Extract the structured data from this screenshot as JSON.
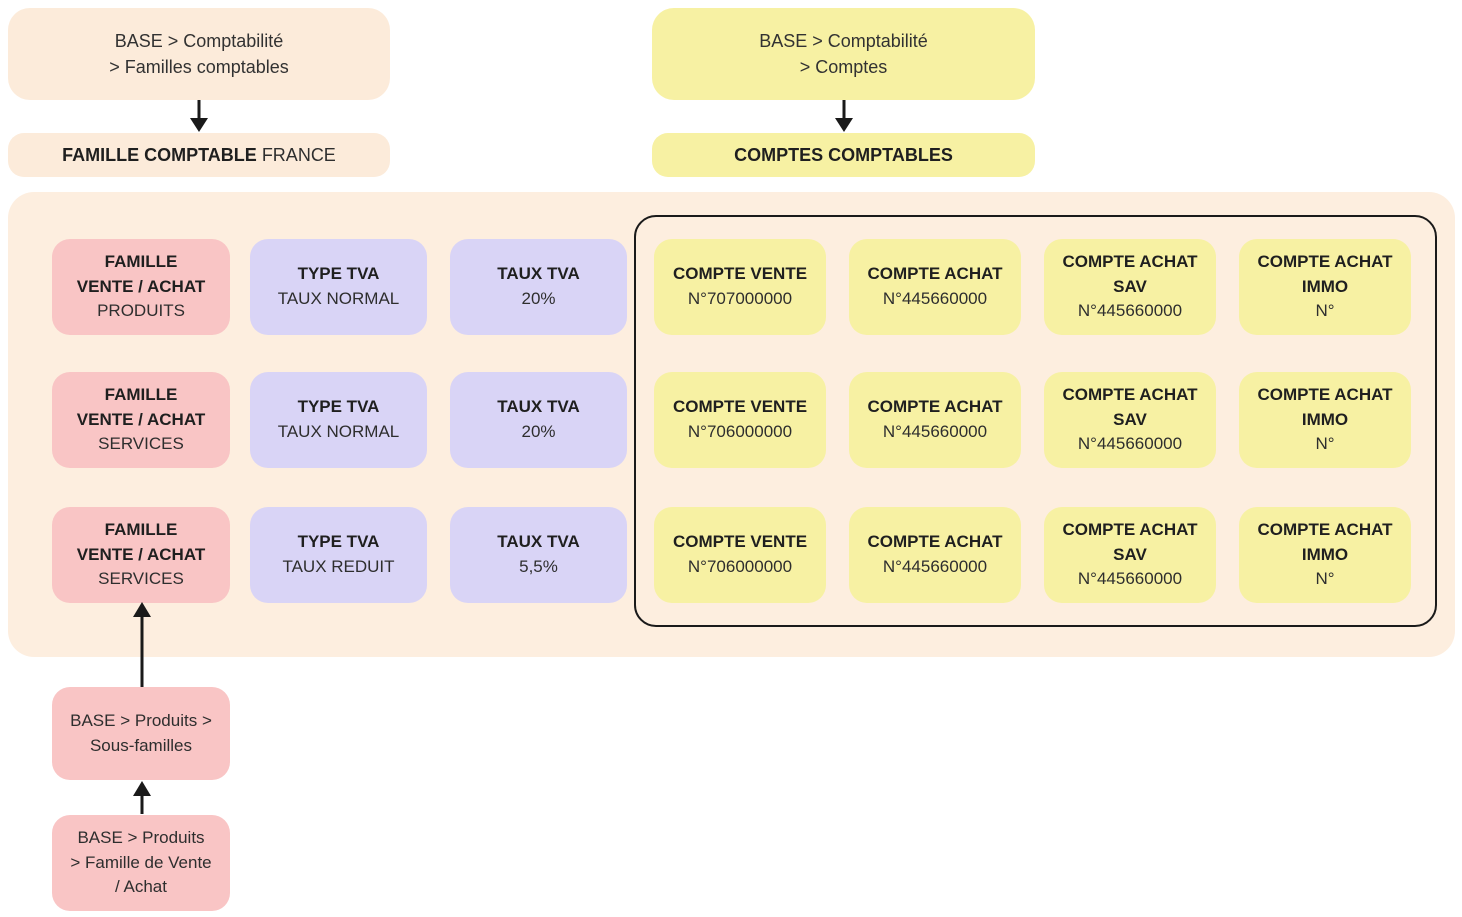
{
  "colors": {
    "peach": "#fcebda",
    "peach_container": "#fdeedf",
    "yellow": "#f7f1a3",
    "pink": "#f9c5c5",
    "purple": "#d9d4f6",
    "frame_outline": "#1a1a1a",
    "text": "#2e2e2e"
  },
  "nav_famille": {
    "breadcrumb": "BASE > Comptabilité\n> Familles comptables",
    "result_bold": "FAMILLE COMPTABLE",
    "result_rest": " FRANCE"
  },
  "nav_comptes": {
    "breadcrumb": "BASE > Comptabilité\n> Comptes",
    "result": "COMPTES COMPTABLES"
  },
  "rows": [
    {
      "famille_title": "FAMILLE\nVENTE / ACHAT",
      "famille_subtitle": "PRODUITS",
      "type_tva_title": "TYPE TVA",
      "type_tva_value": "TAUX NORMAL",
      "taux_tva_title": "TAUX TVA",
      "taux_tva_value": "20%",
      "comptes": [
        {
          "title": "COMPTE VENTE",
          "number": "N°707000000"
        },
        {
          "title": "COMPTE ACHAT",
          "number": "N°445660000"
        },
        {
          "title": "COMPTE ACHAT\nSAV",
          "number": "N°445660000"
        },
        {
          "title": "COMPTE ACHAT\nIMMO",
          "number": "N°"
        }
      ]
    },
    {
      "famille_title": "FAMILLE\nVENTE / ACHAT",
      "famille_subtitle": "SERVICES",
      "type_tva_title": "TYPE TVA",
      "type_tva_value": "TAUX NORMAL",
      "taux_tva_title": "TAUX TVA",
      "taux_tva_value": "20%",
      "comptes": [
        {
          "title": "COMPTE VENTE",
          "number": "N°706000000"
        },
        {
          "title": "COMPTE ACHAT",
          "number": "N°445660000"
        },
        {
          "title": "COMPTE ACHAT\nSAV",
          "number": "N°445660000"
        },
        {
          "title": "COMPTE ACHAT\nIMMO",
          "number": "N°"
        }
      ]
    },
    {
      "famille_title": "FAMILLE\nVENTE / ACHAT",
      "famille_subtitle": "SERVICES",
      "type_tva_title": "TYPE TVA",
      "type_tva_value": "TAUX REDUIT",
      "taux_tva_title": "TAUX TVA",
      "taux_tva_value": "5,5%",
      "comptes": [
        {
          "title": "COMPTE VENTE",
          "number": "N°706000000"
        },
        {
          "title": "COMPTE ACHAT",
          "number": "N°445660000"
        },
        {
          "title": "COMPTE ACHAT\nSAV",
          "number": "N°445660000"
        },
        {
          "title": "COMPTE ACHAT\nIMMO",
          "number": "N°"
        }
      ]
    }
  ],
  "produits_flow": {
    "sous_familles": "BASE > Produits >\nSous-familles",
    "famille_vente_achat": "BASE > Produits\n> Famille de Vente\n/ Achat"
  }
}
